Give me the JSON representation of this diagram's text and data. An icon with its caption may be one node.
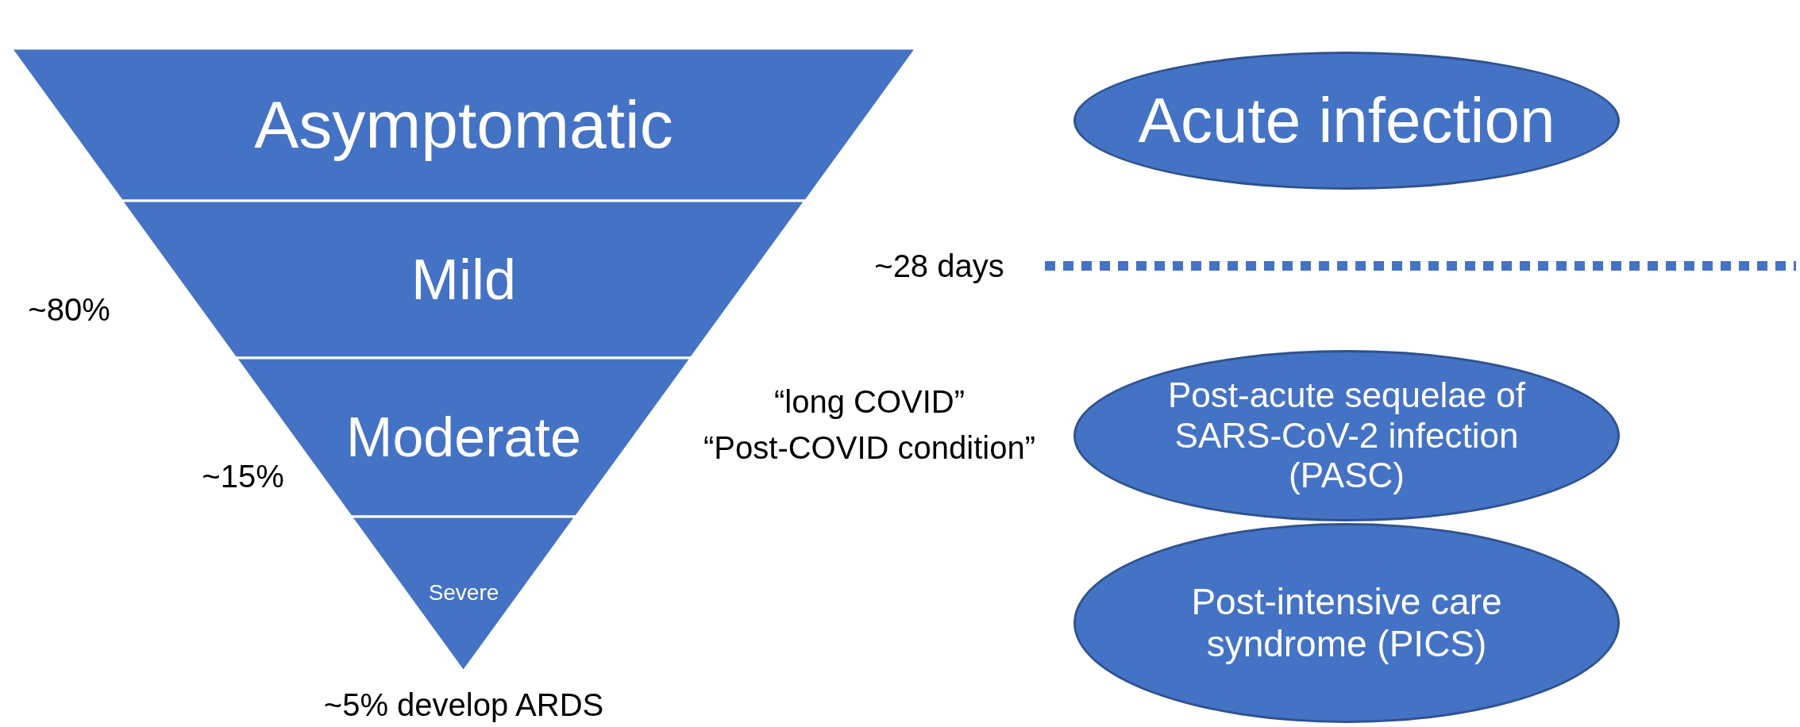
{
  "diagram": {
    "nodes": [
      {
        "text": [
          "Asymptomatic"
        ]
      },
      {
        "text": [
          "Mild"
        ]
      },
      {
        "text": [
          "Moderate"
        ]
      },
      {
        "text": [
          "Severe"
        ]
      },
      {
        "text": [
          "Acute infection"
        ]
      },
      {
        "text": [
          "Post-acute sequelae of SARS-CoV-2 infection (PASC)"
        ]
      },
      {
        "text": [
          "Post-intensive care syndrome (PICS)"
        ]
      }
    ],
    "labels": [
      "~28 days",
      "~80%",
      "“long COVID”",
      "“Post-COVID condition”",
      "~15%",
      "~5% develop ARDS"
    ]
  }
}
